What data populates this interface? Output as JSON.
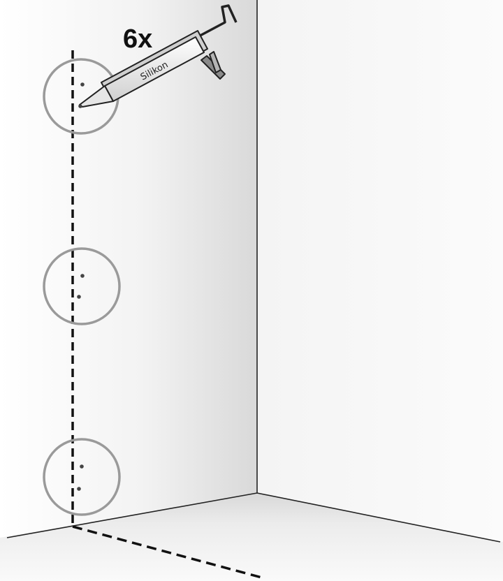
{
  "instruction": {
    "quantity_label": "6x",
    "tool_label": "Silikon",
    "adhesive_dot_groups": 3,
    "adhesive_dots_per_group": 2
  },
  "colors": {
    "wall_shade": "#d9d9d9",
    "floor_shade": "#e4e4e4",
    "circle_stroke": "#9a9a9a",
    "guide_line": "#111111",
    "dot": "#444444"
  },
  "icons": {
    "caulking_gun": "silicone-caulk-gun-icon",
    "marking_circle": "highlight-circle-icon"
  }
}
